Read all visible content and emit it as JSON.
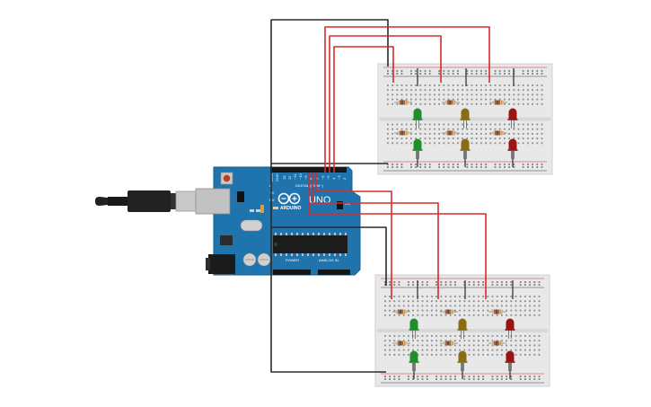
{
  "board": {
    "brand": "ARDUINO",
    "model": "UNO",
    "digital_label": "DIGITAL (PWM~)",
    "power_label": "POWER",
    "analog_label": "ANALOG IN",
    "on_label": "ON",
    "tx_label": "TX",
    "rx_label": "RX",
    "l_label": "L"
  },
  "colors": {
    "board": "#1f74ad",
    "breadboard": "#e8e8e8",
    "wire_red": "#d62b2b",
    "wire_black": "#2b2b2b",
    "led_green": "#1f8f2a",
    "led_yellow": "#8a6d12",
    "led_red": "#9a1414",
    "resistor": "#d9b78a"
  },
  "icons": {
    "usb_cable": "usb-b-cable-icon",
    "power_jack": "dc-barrel-jack-icon",
    "reset": "reset-button-icon",
    "logo": "arduino-infinity-logo-icon"
  }
}
